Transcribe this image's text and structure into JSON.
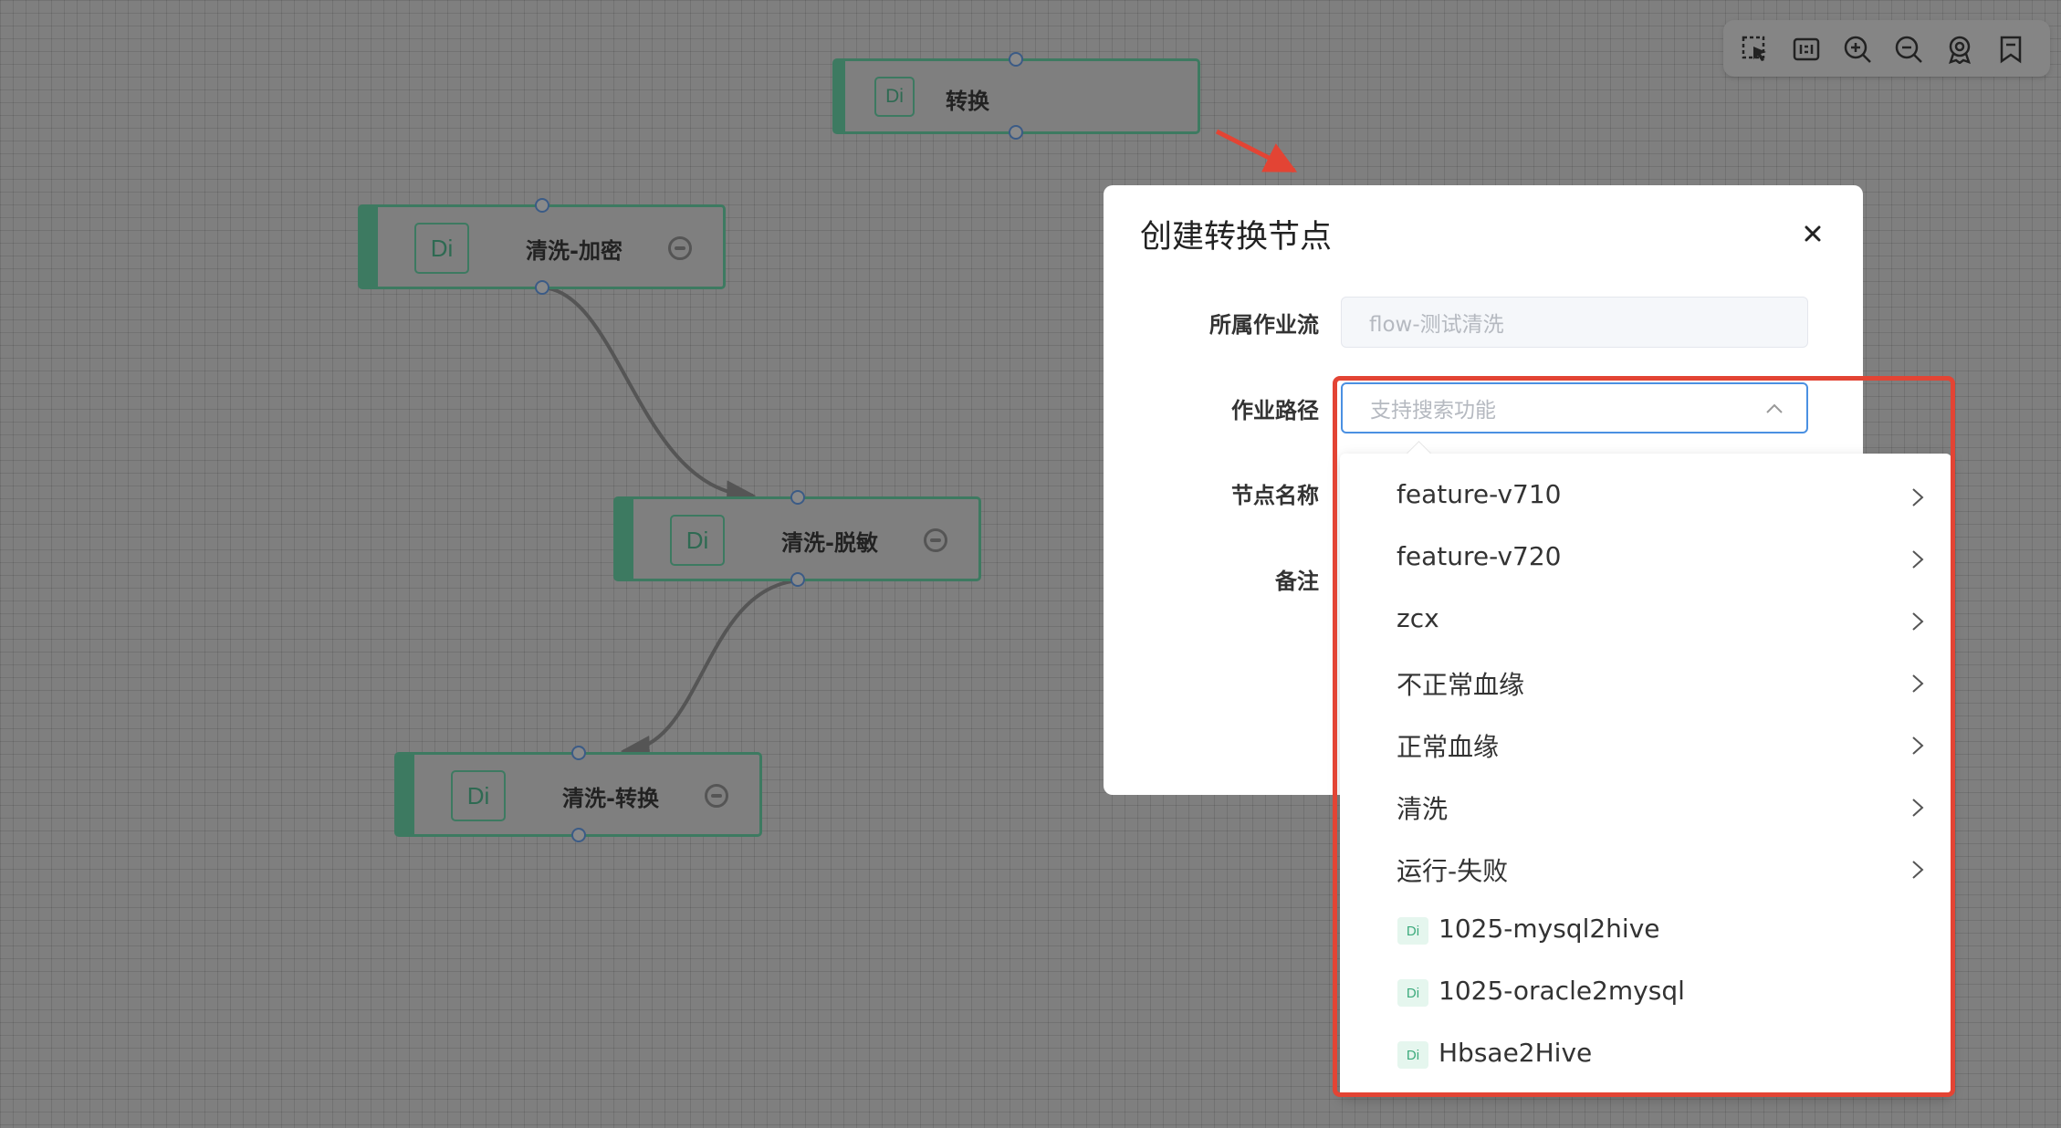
{
  "nodes": {
    "top": {
      "badge": "Di",
      "title": "转换"
    },
    "n1": {
      "badge": "Di",
      "title": "清洗-加密"
    },
    "n2": {
      "badge": "Di",
      "title": "清洗-脱敏"
    },
    "n3": {
      "badge": "Di",
      "title": "清洗-转换"
    }
  },
  "toolbar": {
    "icons": [
      "box-select-icon",
      "fit-view-icon",
      "zoom-in-icon",
      "zoom-out-icon",
      "medal-icon",
      "bookmark-icon"
    ]
  },
  "dialog": {
    "title": "创建转换节点",
    "close_icon": "close-icon",
    "fields": {
      "flow_label": "所属作业流",
      "flow_value": "flow-测试清洗",
      "path_label": "作业路径",
      "path_placeholder": "支持搜索功能",
      "name_label": "节点名称",
      "remark_label": "备注"
    }
  },
  "dropdown": {
    "folders": [
      {
        "label": "feature-v710"
      },
      {
        "label": "feature-v720"
      },
      {
        "label": "zcx"
      },
      {
        "label": "不正常血缘"
      },
      {
        "label": "正常血缘"
      },
      {
        "label": "清洗"
      },
      {
        "label": "运行-失败"
      }
    ],
    "files": [
      {
        "badge": "Di",
        "label": "1025-mysql2hive"
      },
      {
        "badge": "Di",
        "label": "1025-oracle2mysql"
      },
      {
        "badge": "Di",
        "label": "Hbsae2Hive"
      }
    ]
  },
  "colors": {
    "node_accent": "#3d7a61",
    "annotation_red": "#e34434",
    "input_focus": "#4a90e2"
  }
}
